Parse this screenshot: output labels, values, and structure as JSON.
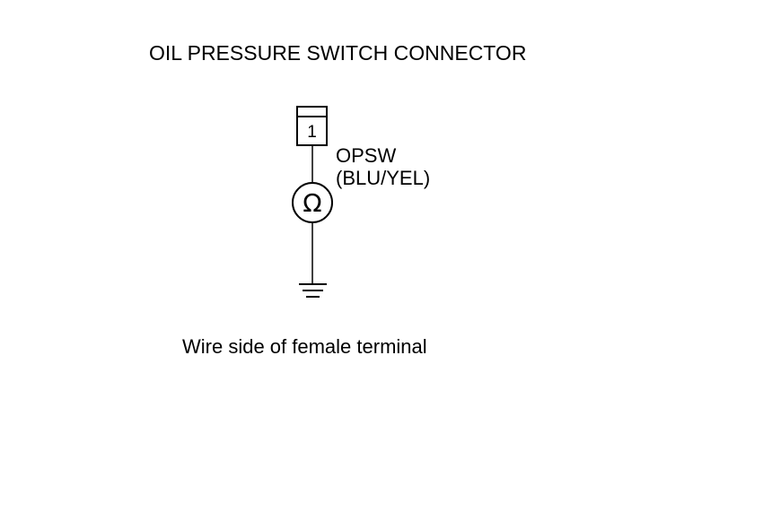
{
  "title": "OIL PRESSURE SWITCH CONNECTOR",
  "connector": {
    "pin_number": "1"
  },
  "wire": {
    "name": "OPSW",
    "color": "(BLU/YEL)"
  },
  "meter": {
    "symbol": "Ω",
    "icon": "ohmmeter-icon"
  },
  "ground": {
    "icon": "ground-icon"
  },
  "caption": "Wire side of female terminal",
  "colors": {
    "line": "#000000",
    "background": "#ffffff"
  }
}
